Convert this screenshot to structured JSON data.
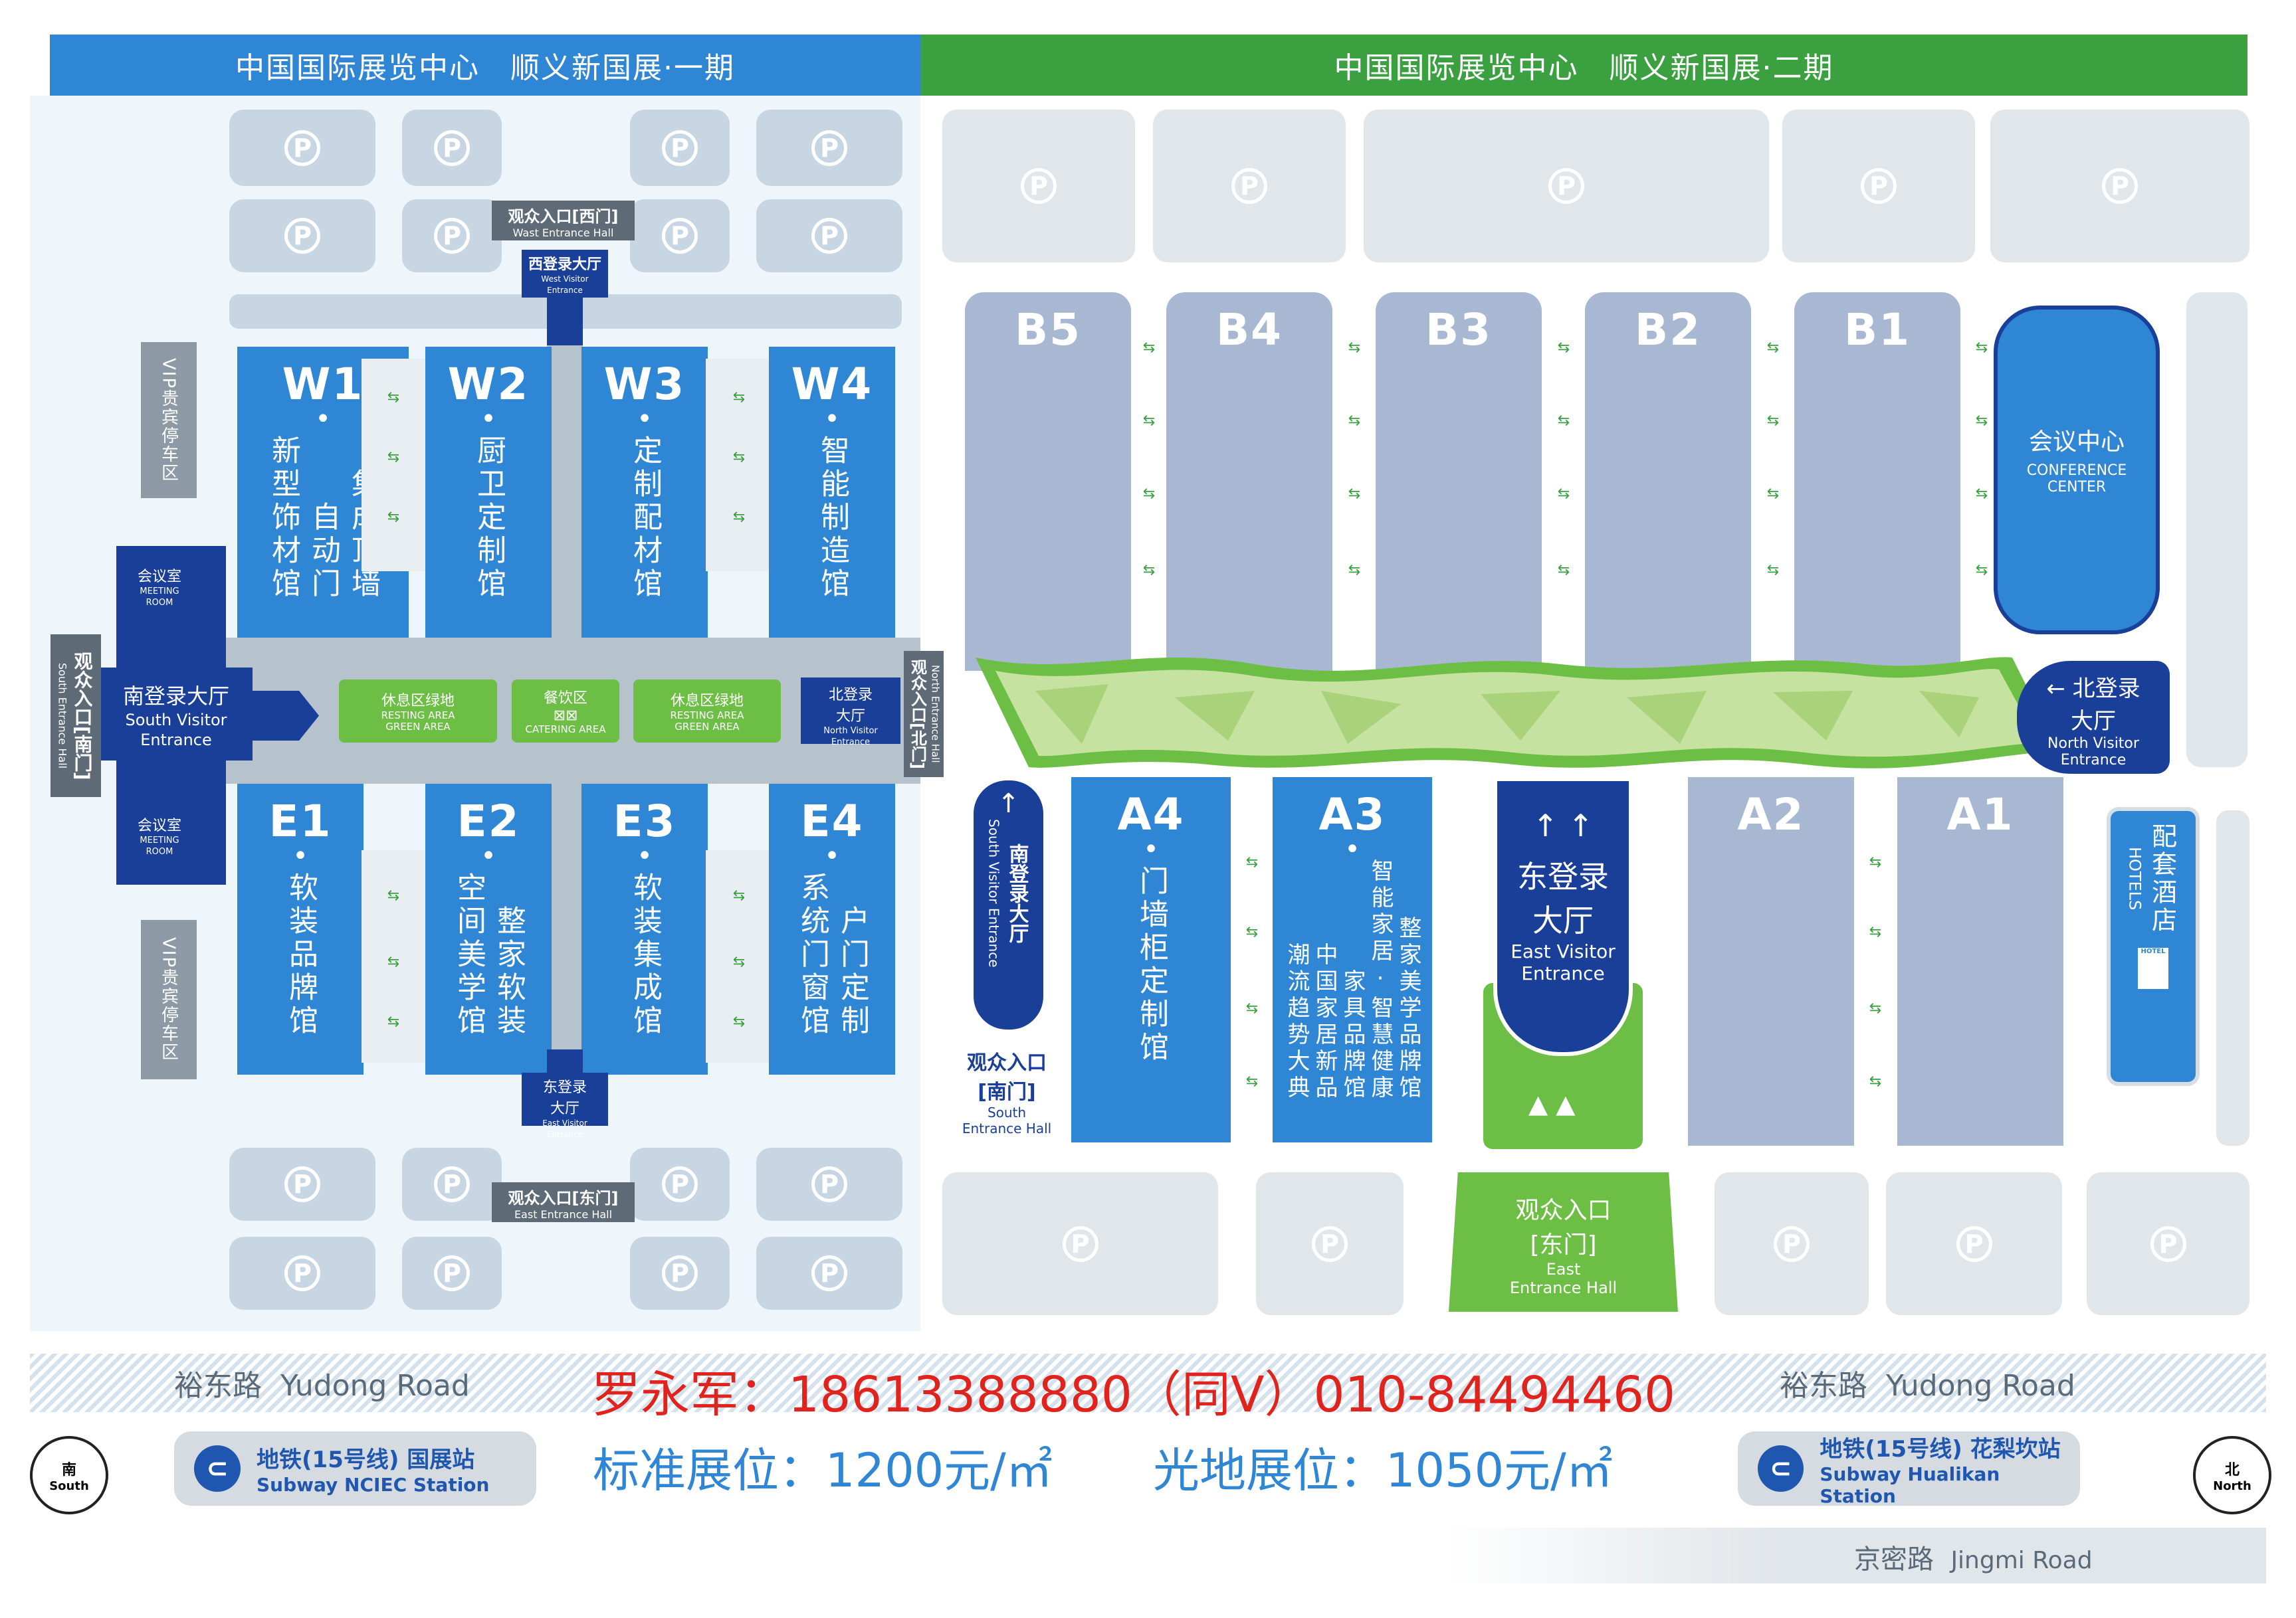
{
  "header": {
    "phase1": "中国国际展览中心　顺义新国展·一期",
    "phase2": "中国国际展览中心　顺义新国展·二期",
    "phase1_color": "#2f86d4",
    "phase2_color": "#3aa040"
  },
  "west_halls": [
    {
      "code": "W1",
      "text_a": "集成顶墙",
      "text_b": "自动门",
      "text_c": "新型饰材馆"
    },
    {
      "code": "W2",
      "text_a": "厨卫定制馆"
    },
    {
      "code": "W3",
      "text_a": "定制配材馆"
    },
    {
      "code": "W4",
      "text_a": "智能制造馆"
    }
  ],
  "east_halls": [
    {
      "code": "E1",
      "text_a": "软装品牌馆"
    },
    {
      "code": "E2",
      "text_a": "整家软装",
      "text_b": "空间美学馆"
    },
    {
      "code": "E3",
      "text_a": "软装集成馆"
    },
    {
      "code": "E4",
      "text_a": "户门定制",
      "text_b": "系统门窗馆"
    }
  ],
  "b_halls": [
    "B5",
    "B4",
    "B3",
    "B2",
    "B1"
  ],
  "a_halls": [
    {
      "code": "A4",
      "text_a": "门墙柜定制馆"
    },
    {
      "code": "A3",
      "text_a": "整家美学品牌馆",
      "text_b": "智能家居·智慧健康",
      "text_c": "家具品牌馆",
      "text_d": "中国家居新品",
      "text_e": "潮流趋势大典"
    },
    {
      "code": "A2"
    },
    {
      "code": "A1"
    }
  ],
  "phase1_labels": {
    "west_entrance_cn": "观众入口[西门]",
    "west_entrance_en": "Wast Entrance Hall",
    "west_lobby_cn": "西登录大厅",
    "west_lobby_en": "West Visitor Entrance",
    "south_entrance_cn": "观众入口[南门]",
    "south_entrance_en": "South Entrance Hall",
    "south_lobby_cn": "南登录大厅",
    "south_lobby_en": "South Visitor Entrance",
    "meeting_cn": "会议室",
    "meeting_en": "MEETING ROOM",
    "vip": "VIP贵宾停车区",
    "rest_cn": "休息区绿地",
    "rest_en": "RESTING AREA GREEN AREA",
    "catering_cn": "餐饮区",
    "catering_en": "CATERING AREA",
    "north_lobby_cn": "北登录大厅",
    "north_lobby_en": "North Visitor Entrance",
    "north_entrance_cn": "观众入口[北门]",
    "north_entrance_en": "North Entrance Hall",
    "east_lobby_cn": "东登录大厅",
    "east_lobby_en": "East Visitor Entrance",
    "east_entrance_cn": "观众入口[东门]",
    "east_entrance_en": "East Entrance Hall"
  },
  "phase2_labels": {
    "conference_cn": "会议中心",
    "conference_en1": "CONFERENCE",
    "conference_en2": "CENTER",
    "north_lobby_cn1": "北登录",
    "north_lobby_cn2": "大厅",
    "north_lobby_en1": "North Visitor",
    "north_lobby_en2": "Entrance",
    "south_lobby_cn": "南登录大厅",
    "south_lobby_en": "South Visitor Entrance",
    "south_entrance_cn1": "观众入口",
    "south_entrance_cn2": "[南门]",
    "south_entrance_en1": "South",
    "south_entrance_en2": "Entrance Hall",
    "east_lobby_cn1": "东登录",
    "east_lobby_cn2": "大厅",
    "east_lobby_en1": "East Visitor",
    "east_lobby_en2": "Entrance",
    "east_entrance_cn1": "观众入口",
    "east_entrance_cn2": "[东门]",
    "east_entrance_en1": "East",
    "east_entrance_en2": "Entrance Hall",
    "hotels_cn": "配套酒店",
    "hotels_en": "HOTELS",
    "hotel_sign": "HOTEL"
  },
  "roads": {
    "yudong_left": "裕东路",
    "yudong_left_en": "Yudong Road",
    "yudong_right": "裕东路",
    "yudong_right_en": "Yudong Road",
    "jingmi": "京密路",
    "jingmi_en": "Jingmi Road"
  },
  "promo": {
    "contact": "罗永军：18613388880（同V）010-84494460",
    "standard": "标准展位：1200元/㎡",
    "raw": "光地展位：1050元/㎡",
    "contact_color": "#e0231c",
    "price_color": "#2f86d4"
  },
  "subway": {
    "left_cn": "地铁(15号线) 国展站",
    "left_en": "Subway NCIEC Station",
    "right_cn": "地铁(15号线) 花梨坎站",
    "right_en": "Subway Hualikan Station"
  },
  "compass": {
    "left_cn": "南",
    "left_en": "South",
    "right_cn": "北",
    "right_en": "North"
  },
  "parking_symbol": "P"
}
